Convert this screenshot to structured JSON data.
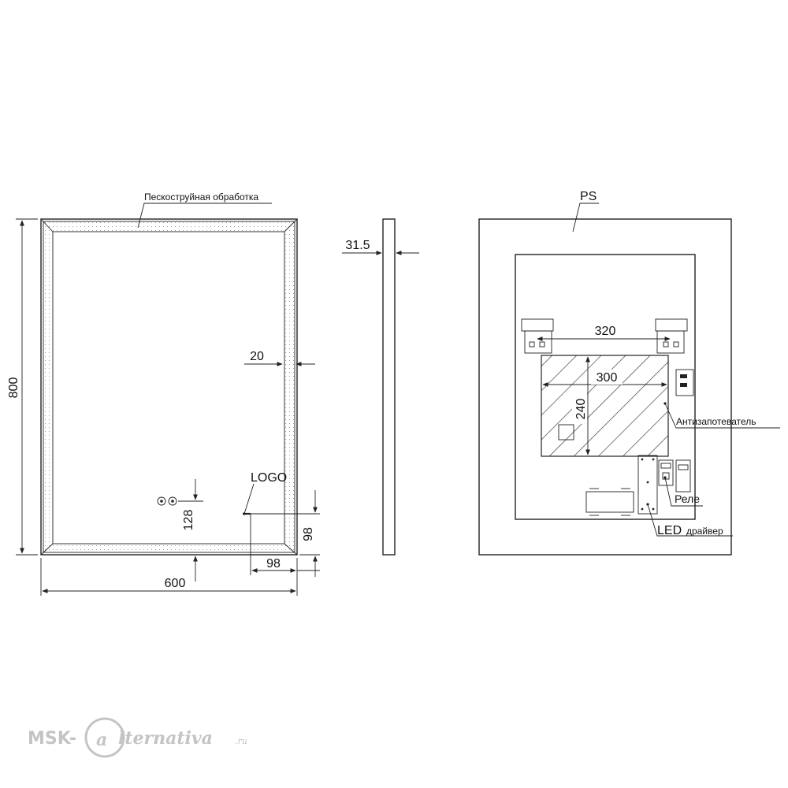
{
  "front_view": {
    "callout_sandblast": "Пескоструйная обработка",
    "dim_height": "800",
    "dim_width": "600",
    "dim_border": "20",
    "dim_logo_height": "128",
    "dim_logo_right": "98",
    "dim_logo_bottom": "98",
    "logo_label": "LOGO"
  },
  "side_view": {
    "dim_depth": "31.5"
  },
  "back_view": {
    "callout_ps": "PS",
    "dim_bracket_span": "320",
    "dim_heater_width": "300",
    "dim_heater_height": "240",
    "callout_antifog": "Антизапотеватель",
    "callout_relay": "Реле",
    "callout_led_driver_a": "LED",
    "callout_led_driver_b": "драйвер"
  },
  "watermark": {
    "text_a": "MSK-",
    "text_b": "lternativa",
    "text_c": ".ru"
  }
}
